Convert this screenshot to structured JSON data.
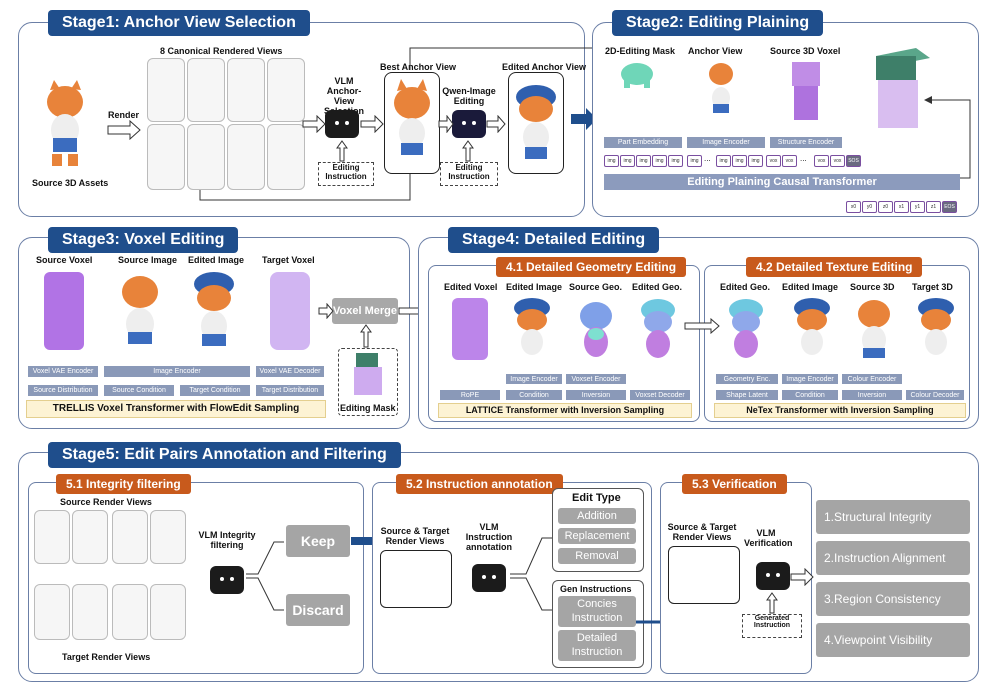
{
  "stage1": {
    "title": "Stage1: Anchor View Selection",
    "canonical_label": "8 Canonical Rendered Views",
    "render_label": "Render",
    "source_label": "Source 3D Assets",
    "vlm_label": "VLM Anchor-View Selection",
    "editing_instruction": "Editing Instruction",
    "best_anchor_label": "Best Anchor View",
    "qwen_label": "Qwen-Image Editing",
    "edited_anchor_label": "Edited Anchor View",
    "editing_instruction2": "Editing Instruction"
  },
  "stage2": {
    "title": "Stage2: Editing Plaining",
    "mask_label": "2D-Editing Mask",
    "anchor_label": "Anchor View",
    "voxel_label": "Source 3D Voxel",
    "part_embedding": "Part Embedding",
    "image_encoder": "Image Encoder",
    "structure_encoder": "Structure Encoder",
    "transformer": "Editing Plaining Causal Transformer",
    "tokens_img": "img",
    "tokens_vox": "vox",
    "token_dots": "...",
    "token_sos": "SOS",
    "outputs": [
      "x0",
      "y0",
      "z0",
      "x1",
      "y1",
      "z1",
      "EOS"
    ]
  },
  "stage3": {
    "title": "Stage3: Voxel Editing",
    "cols": [
      "Source Voxel",
      "Source Image",
      "Edited Image",
      "Target Voxel"
    ],
    "vae_encoder": "Voxel VAE Encoder",
    "image_encoder": "Image Encoder",
    "vae_decoder": "Voxel VAE Decoder",
    "conds": [
      "Source Distribution",
      "Source Condition",
      "Target Condition",
      "Target Distribution"
    ],
    "transformer": "TRELLIS Voxel Transformer with FlowEdit Sampling",
    "voxel_merge": "Voxel Merge",
    "editing_mask": "Editing Mask"
  },
  "stage4": {
    "title": "Stage4: Detailed Editing",
    "geo_title": "4.1 Detailed Geometry Editing",
    "tex_title": "4.2 Detailed Texture Editing",
    "geo_cols": [
      "Edited Voxel",
      "Edited Image",
      "Source Geo.",
      "Edited Geo."
    ],
    "geo_enc": [
      "Image Encoder",
      "Voxset Encoder"
    ],
    "geo_conds": [
      "RoPE",
      "Condition",
      "Inversion",
      "Voxset Decoder"
    ],
    "geo_transformer": "LATTICE Transformer with Inversion Sampling",
    "tex_cols": [
      "Edited Geo.",
      "Edited Image",
      "Source 3D",
      "Target 3D"
    ],
    "tex_enc": [
      "Geometry Enc.",
      "Image Encoder",
      "Colour Encoder"
    ],
    "tex_conds": [
      "Shape Latent",
      "Condition",
      "Inversion",
      "Colour Decoder"
    ],
    "tex_transformer": "NeTex Transformer with Inversion Sampling"
  },
  "stage5": {
    "title": "Stage5: Edit Pairs Annotation and Filtering",
    "integrity_title": "5.1 Integrity filtering",
    "source_views": "Source Render Views",
    "target_views": "Target Render Views",
    "vlm_integrity": "VLM Integrity filtering",
    "keep": "Keep",
    "discard": "Discard",
    "instr_title": "5.2 Instruction annotation",
    "st_views": "Source & Target Render Views",
    "vlm_instr": "VLM Instruction annotation",
    "edit_type": "Edit Type",
    "edit_types": [
      "Addition",
      "Replacement",
      "Removal"
    ],
    "gen_instr": "Gen Instructions",
    "gen_items": [
      "Concies Instruction",
      "Detailed Instruction"
    ],
    "verif_title": "5.3 Verification",
    "st_views2": "Source & Target Render Views",
    "vlm_verif": "VLM Verification",
    "generated_instr": "Generated Instruction",
    "checks": [
      "1.Structural Integrity",
      "2.Instruction Alignment",
      "3.Region Consistency",
      "4.Viewpoint Visibility"
    ]
  },
  "colors": {
    "stage_title": "#1f4e8c",
    "sub_title": "#c85a1c",
    "arrow_blue": "#1f4e8c"
  }
}
